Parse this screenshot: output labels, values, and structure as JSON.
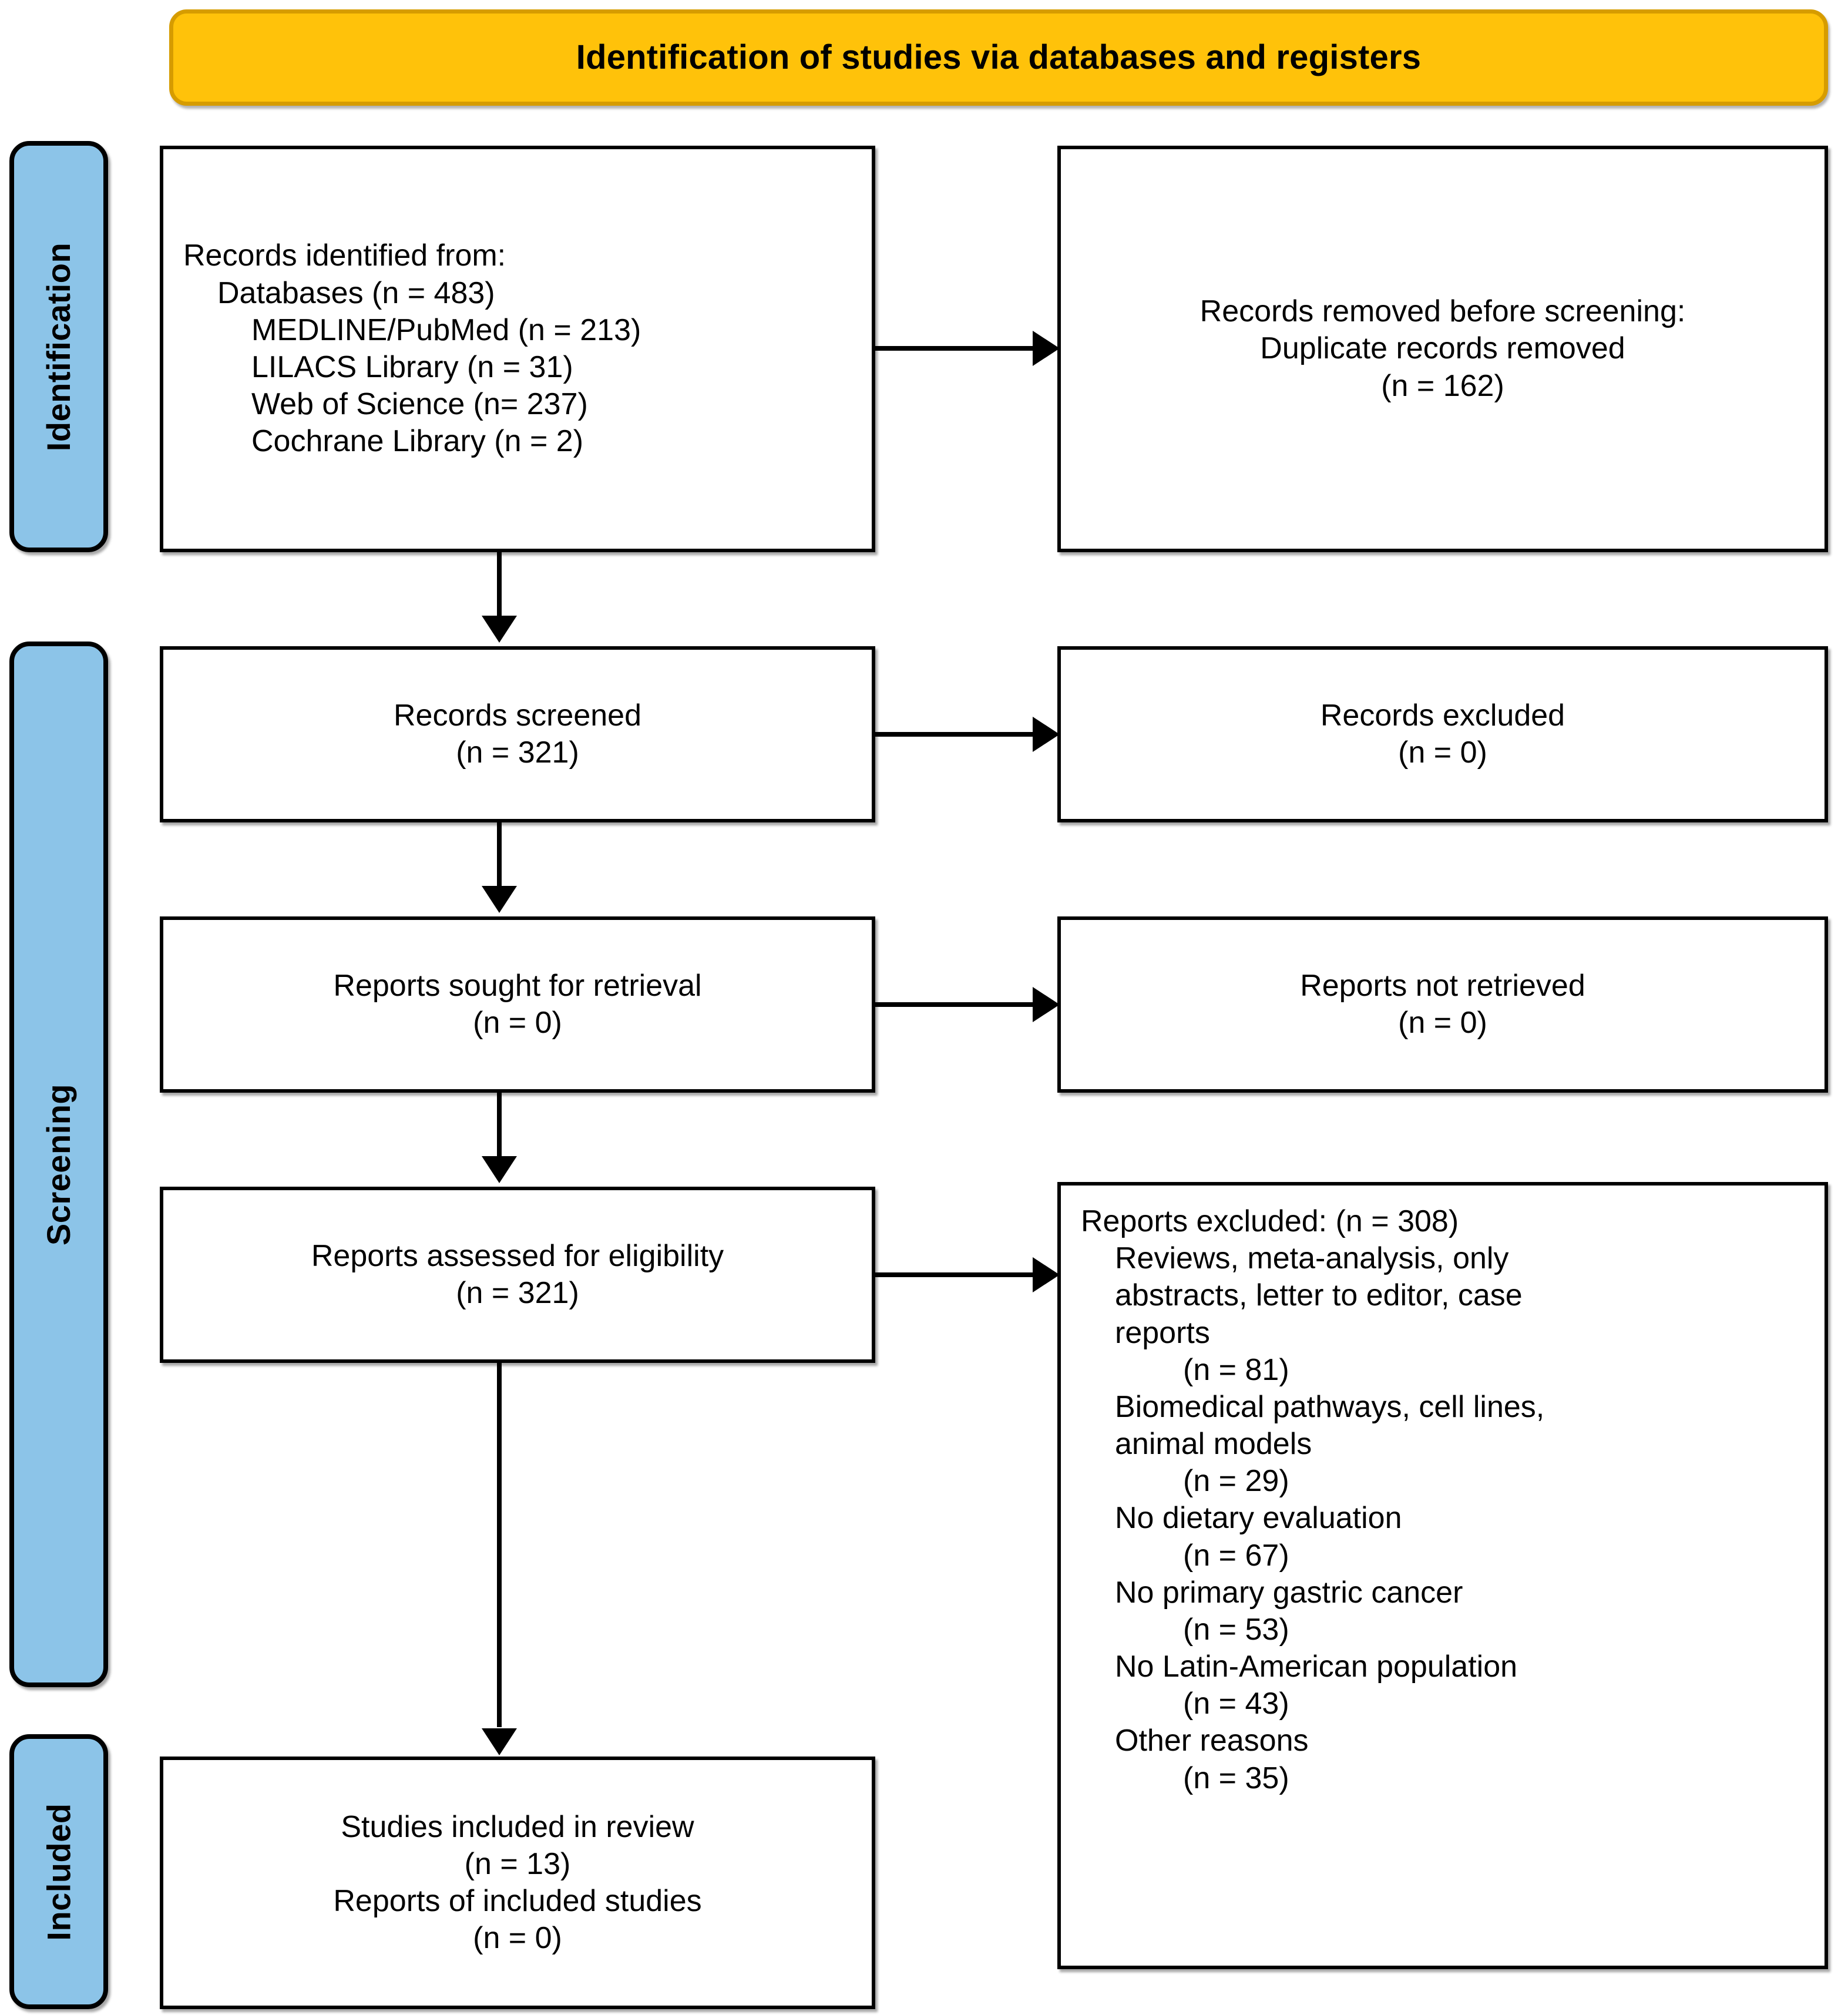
{
  "banner": {
    "title": "Identification of studies via databases and registers"
  },
  "stages": [
    {
      "id": "identification",
      "label": "Identification"
    },
    {
      "id": "screening",
      "label": "Screening"
    },
    {
      "id": "included",
      "label": "Included"
    }
  ],
  "boxes": {
    "records_identified": {
      "lines": [
        {
          "text": "Records identified from:",
          "indent": 0
        },
        {
          "text": "Databases (n = 483)",
          "indent": 1
        },
        {
          "text": "MEDLINE/PubMed (n = 213)",
          "indent": 2
        },
        {
          "text": "LILACS Library (n = 31)",
          "indent": 2
        },
        {
          "text": "Web of Science (n= 237)",
          "indent": 2
        },
        {
          "text": "Cochrane Library (n = 2)",
          "indent": 2
        }
      ]
    },
    "records_removed": {
      "lines": [
        {
          "text": "Records removed before screening:",
          "indent": 0
        },
        {
          "text": "Duplicate records removed",
          "indent": 0
        },
        {
          "text": "(n = 162)",
          "indent": 0
        }
      ]
    },
    "records_screened": {
      "lines": [
        {
          "text": "Records screened",
          "indent": 0
        },
        {
          "text": "(n = 321)",
          "indent": 0
        }
      ]
    },
    "records_excluded": {
      "lines": [
        {
          "text": "Records excluded",
          "indent": 0
        },
        {
          "text": "(n = 0)",
          "indent": 0
        }
      ]
    },
    "reports_sought": {
      "lines": [
        {
          "text": "Reports sought for retrieval",
          "indent": 0
        },
        {
          "text": "(n = 0)",
          "indent": 0
        }
      ]
    },
    "reports_not_retrieved": {
      "lines": [
        {
          "text": "Reports not retrieved",
          "indent": 0
        },
        {
          "text": "(n = 0)",
          "indent": 0
        }
      ]
    },
    "reports_assessed": {
      "lines": [
        {
          "text": "Reports assessed for eligibility",
          "indent": 0
        },
        {
          "text": "(n = 321)",
          "indent": 0
        }
      ]
    },
    "reports_excluded": {
      "lines": [
        {
          "text": "Reports excluded: (n = 308)",
          "indent": 0
        },
        {
          "text": "Reviews, meta-analysis, only",
          "indent": 1
        },
        {
          "text": "abstracts, letter to editor, case",
          "indent": 1
        },
        {
          "text": "reports",
          "indent": 1
        },
        {
          "text": "(n = 81)",
          "indent": 2
        },
        {
          "text": "Biomedical pathways, cell lines,",
          "indent": 1
        },
        {
          "text": "animal models",
          "indent": 1
        },
        {
          "text": "(n = 29)",
          "indent": 2
        },
        {
          "text": "No dietary evaluation",
          "indent": 1
        },
        {
          "text": "(n = 67)",
          "indent": 2
        },
        {
          "text": "No primary gastric cancer",
          "indent": 1
        },
        {
          "text": "(n = 53)",
          "indent": 2
        },
        {
          "text": "No Latin-American population",
          "indent": 1
        },
        {
          "text": "(n = 43)",
          "indent": 2
        },
        {
          "text": "Other reasons",
          "indent": 1
        },
        {
          "text": "(n = 35)",
          "indent": 2
        }
      ]
    },
    "studies_included": {
      "lines": [
        {
          "text": "Studies included in review",
          "indent": 0
        },
        {
          "text": "(n = 13)",
          "indent": 0
        },
        {
          "text": "Reports of included studies",
          "indent": 0
        },
        {
          "text": "(n = 0)",
          "indent": 0
        }
      ]
    }
  },
  "colors": {
    "banner_fill": "#ffc20a",
    "banner_border": "#d69c00",
    "stage_fill": "#8cc4e8",
    "stroke": "#000000",
    "box_fill": "#ffffff"
  }
}
